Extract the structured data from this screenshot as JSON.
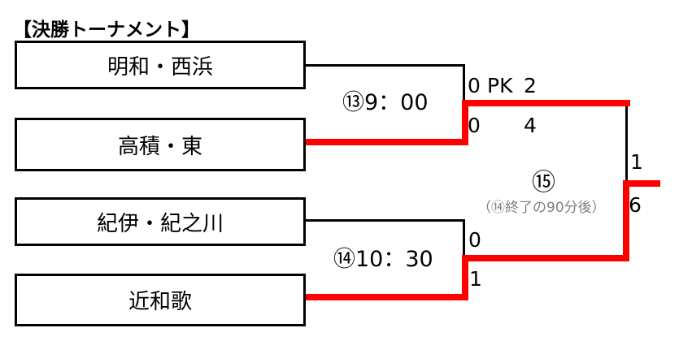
{
  "title": "【決勝トーナメント】",
  "bracket": {
    "teams": [
      {
        "name": "明和・西浜"
      },
      {
        "name": "高積・東"
      },
      {
        "name": "紀伊・紀之川"
      },
      {
        "name": "近和歌"
      }
    ],
    "matches": [
      {
        "label": "⑬9：00",
        "top_goals": "0",
        "pk_label": "PK",
        "top_pk": "2",
        "bottom_goals": "0",
        "bottom_pk": "4"
      },
      {
        "label": "⑭10：30",
        "top_goals": "0",
        "bottom_goals": "1"
      },
      {
        "label": "⑮",
        "note": "（⑭終了の90分後）",
        "top_goals": "1",
        "bottom_goals": "6"
      }
    ]
  },
  "colors": {
    "winner_line": "#ff0000",
    "line": "#000000",
    "note_text": "#808080",
    "background": "#ffffff"
  }
}
